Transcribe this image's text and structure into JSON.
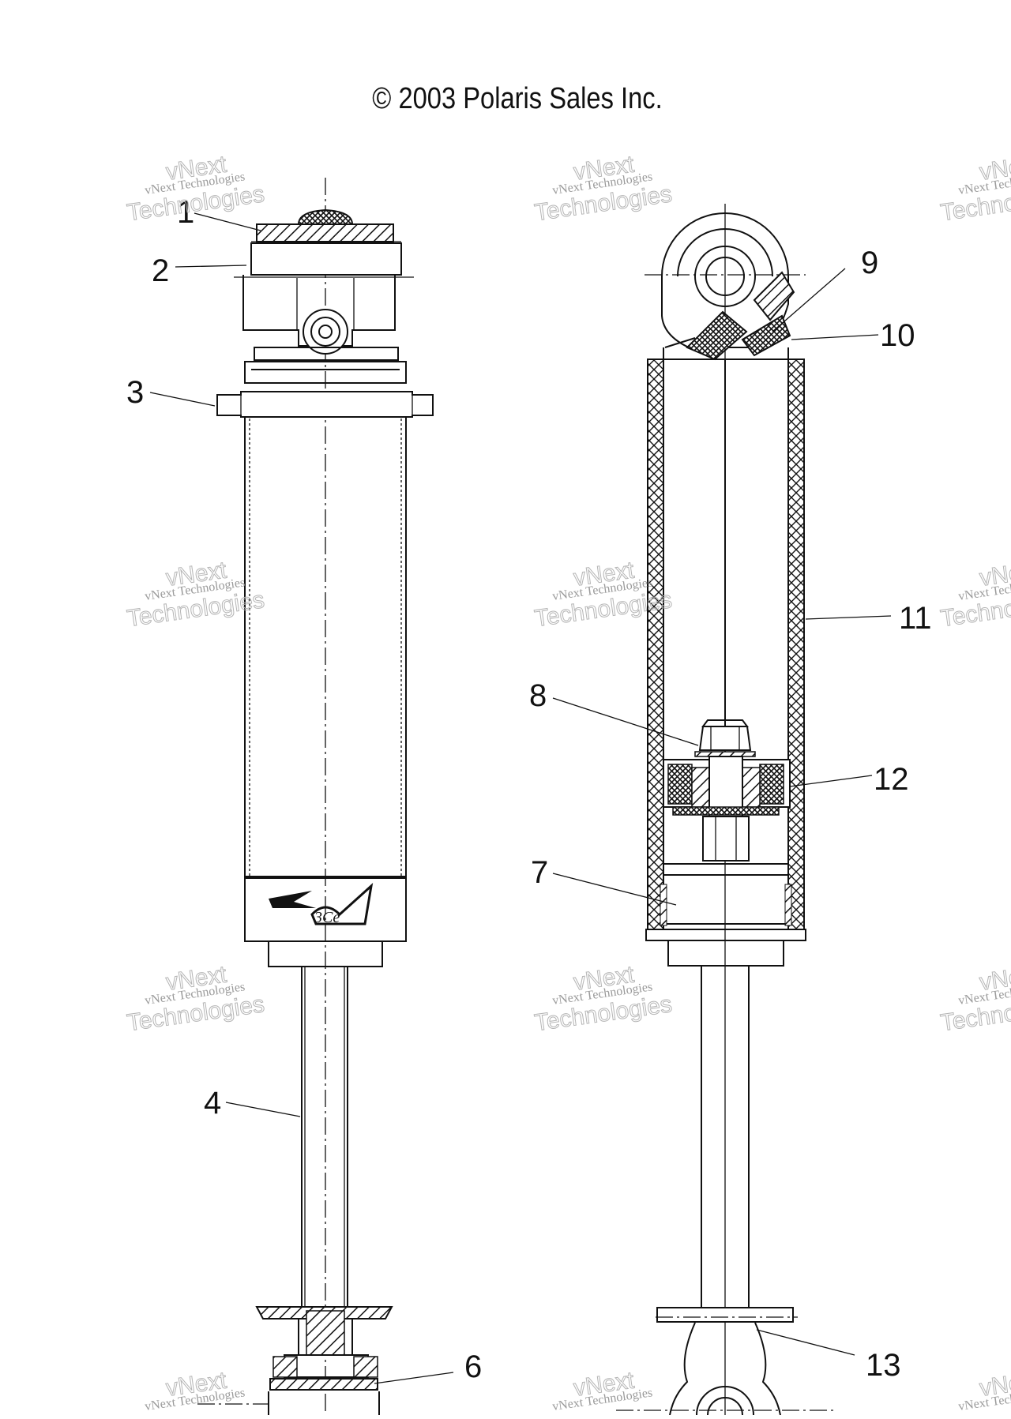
{
  "copyright": "© 2003 Polaris Sales Inc.",
  "watermark": {
    "line1": "vNext Technologies",
    "line2": "vNext",
    "line3": "Technologies"
  },
  "callouts": [
    {
      "id": "1",
      "label": "1"
    },
    {
      "id": "2",
      "label": "2"
    },
    {
      "id": "3",
      "label": "3"
    },
    {
      "id": "4",
      "label": "4"
    },
    {
      "id": "6",
      "label": "6"
    },
    {
      "id": "7",
      "label": "7"
    },
    {
      "id": "8",
      "label": "8"
    },
    {
      "id": "9",
      "label": "9"
    },
    {
      "id": "10",
      "label": "10"
    },
    {
      "id": "11",
      "label": "11"
    },
    {
      "id": "12",
      "label": "12"
    },
    {
      "id": "13",
      "label": "13"
    }
  ],
  "colors": {
    "ink": "#111111",
    "watermark": "#9a9a9a",
    "background": "#ffffff"
  }
}
